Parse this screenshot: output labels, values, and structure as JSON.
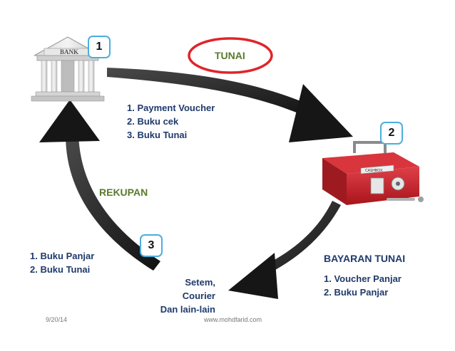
{
  "steps": {
    "one": "1",
    "two": "2",
    "three": "3"
  },
  "tunai_label": "TUNAI",
  "bank_sign": "BANK",
  "cashbox_label": "CASHBOX",
  "step1_items": [
    "1.  Payment Voucher",
    "2.  Buku cek",
    "3.  Buku Tunai"
  ],
  "rekupan_label": "REKUPAN",
  "step3_items": [
    "1.  Buku Panjar",
    "2.  Buku Tunai"
  ],
  "bayaran_label": "BAYARAN TUNAI",
  "bayaran_items": [
    "1.  Voucher Panjar",
    "2.  Buku Panjar"
  ],
  "setem_lines": [
    "Setem,",
    "Courier",
    "Dan lain-lain"
  ],
  "footer": {
    "date": "9/20/14",
    "url": "www.mohdfarid.com"
  },
  "colors": {
    "blue_text": "#1f3a6b",
    "green_text": "#5a7a2c",
    "box_border": "#4aaee0",
    "highlight_oval": "#e0242a",
    "arrow": "#1e1e1e",
    "cashbox_red": "#c8232a"
  }
}
